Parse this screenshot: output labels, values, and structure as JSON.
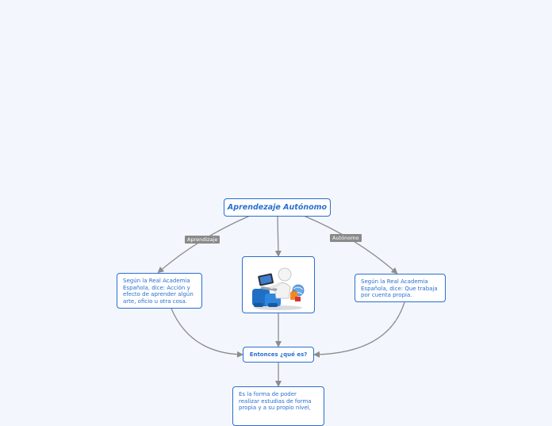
{
  "map": {
    "root": "Aprendezaje Autónomo",
    "edge_left": "Aprendizaje",
    "edge_right": "Autónomo",
    "left_def": "Según la Real Academia Española, dice: Acción y efecto de aprender algún arte, oficio u otra cosa.",
    "right_def": "Según la Real Academia Española, dice: Que trabaja  por cuenta propia.",
    "question": "Entonces ¿qué es?",
    "answer": "Es la forma de poder realizar estudias de forma propia y a su propio nivel,"
  },
  "image": {
    "icon": "person-at-laptop-icon"
  },
  "colors": {
    "node_border": "#2a6fcf",
    "line": "#8c8c8c",
    "label_bg": "#8a8a8a",
    "background": "#f3f6fd"
  }
}
